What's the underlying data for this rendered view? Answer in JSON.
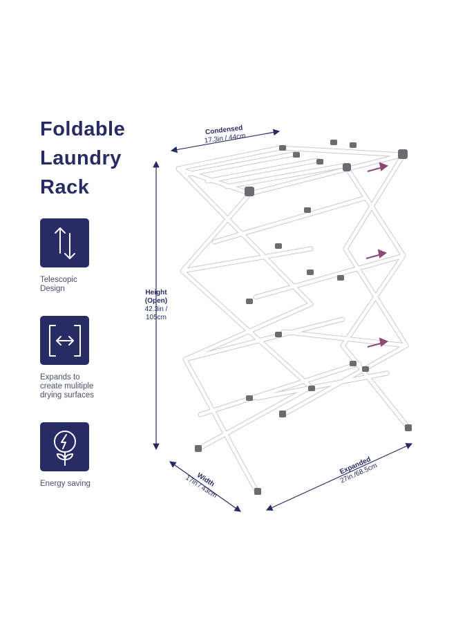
{
  "title": {
    "line1": "Foldable",
    "line2": "Laundry",
    "line3": "Rack"
  },
  "features": [
    {
      "icon": "telescopic-arrows-icon",
      "caption_lines": [
        "Telescopic",
        "Design"
      ]
    },
    {
      "icon": "expand-arrows-icon",
      "caption_lines": [
        "Expands to",
        "create mulitiple",
        "drying surfaces"
      ]
    },
    {
      "icon": "energy-bulb-icon",
      "caption_lines": [
        "Energy saving"
      ]
    }
  ],
  "dimensions": {
    "condensed": {
      "label": "Condensed",
      "value": "17.3in / 44cm"
    },
    "height": {
      "label_line1": "Height",
      "label_line2": "(Open)",
      "value_line1": "42.3in /",
      "value_line2": "105cm"
    },
    "width": {
      "label": "Width",
      "value": "17in / 43cm"
    },
    "expanded": {
      "label": "Expanded",
      "value": "27in./68.5cm"
    }
  },
  "colors": {
    "navy": "#282c64",
    "rack": "#ffffff",
    "joint": "#6a6c72",
    "arrow": "#8a4a78"
  }
}
